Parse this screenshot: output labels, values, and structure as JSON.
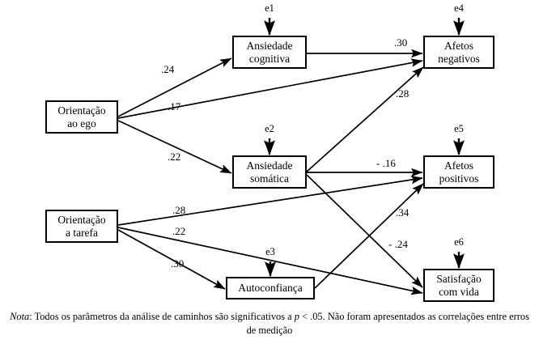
{
  "figure": {
    "type": "path-diagram",
    "note": {
      "lead": "Nota",
      "body_a": ": Todos os parâmetros da análise de caminhos são significativos a ",
      "p_symbol": "p",
      "body_b": " < .05. Não foram apresentados as correlações entre erros de medição"
    }
  },
  "nodes": {
    "ego": {
      "line1": "Orientação",
      "line2": "ao ego"
    },
    "tarefa": {
      "line1": "Orientação",
      "line2": "a tarefa"
    },
    "ansiedade_cognitiva": {
      "line1": "Ansiedade",
      "line2": "cognitiva"
    },
    "ansiedade_somatica": {
      "line1": "Ansiedade",
      "line2": "somática"
    },
    "autoconfianca": {
      "line1": "Autoconfiança",
      "line2": ""
    },
    "afetos_negativos": {
      "line1": "Afetos",
      "line2": "negativos"
    },
    "afetos_positivos": {
      "line1": "Afetos",
      "line2": "positivos"
    },
    "satisfacao": {
      "line1": "Satisfação",
      "line2": "com vida"
    }
  },
  "errors": {
    "e1": "e1",
    "e2": "e2",
    "e3": "e3",
    "e4": "e4",
    "e5": "e5",
    "e6": "e6"
  },
  "coefficients": {
    "ego_to_cognitiva": ".24",
    "ego_to_negativos": ".17",
    "ego_to_somatica": ".22",
    "cognitiva_to_negativos": ".30",
    "somatica_to_negativos": ".28",
    "somatica_to_positivos": "- .16",
    "somatica_to_satisfacao": "- .24",
    "tarefa_to_positivos": ".28",
    "tarefa_to_satisfacao": ".22",
    "tarefa_to_autoconfianca": ".30",
    "autoconfianca_to_positivos": ".34"
  },
  "chart_data": {
    "type": "diagram",
    "title": "",
    "paths": [
      {
        "from": "Orientação ao ego",
        "to": "Ansiedade cognitiva",
        "value": 0.24,
        "label": ".24"
      },
      {
        "from": "Orientação ao ego",
        "to": "Afetos negativos",
        "value": 0.17,
        "label": ".17"
      },
      {
        "from": "Orientação ao ego",
        "to": "Ansiedade somática",
        "value": 0.22,
        "label": ".22"
      },
      {
        "from": "Ansiedade cognitiva",
        "to": "Afetos negativos",
        "value": 0.3,
        "label": ".30"
      },
      {
        "from": "Ansiedade somática",
        "to": "Afetos negativos",
        "value": 0.28,
        "label": ".28"
      },
      {
        "from": "Ansiedade somática",
        "to": "Afetos positivos",
        "value": -0.16,
        "label": "- .16"
      },
      {
        "from": "Ansiedade somática",
        "to": "Satisfação com vida",
        "value": -0.24,
        "label": "- .24"
      },
      {
        "from": "Orientação a tarefa",
        "to": "Afetos positivos",
        "value": 0.28,
        "label": ".28"
      },
      {
        "from": "Orientação a tarefa",
        "to": "Satisfação com vida",
        "value": 0.22,
        "label": ".22"
      },
      {
        "from": "Orientação a tarefa",
        "to": "Autoconfiança",
        "value": 0.3,
        "label": ".30"
      },
      {
        "from": "Autoconfiança",
        "to": "Afetos positivos",
        "value": 0.34,
        "label": ".34"
      }
    ],
    "error_terms": [
      {
        "name": "e1",
        "to": "Ansiedade cognitiva"
      },
      {
        "name": "e2",
        "to": "Ansiedade somática"
      },
      {
        "name": "e3",
        "to": "Autoconfiança"
      },
      {
        "name": "e4",
        "to": "Afetos negativos"
      },
      {
        "name": "e5",
        "to": "Afetos positivos"
      },
      {
        "name": "e6",
        "to": "Satisfação com vida"
      }
    ]
  }
}
